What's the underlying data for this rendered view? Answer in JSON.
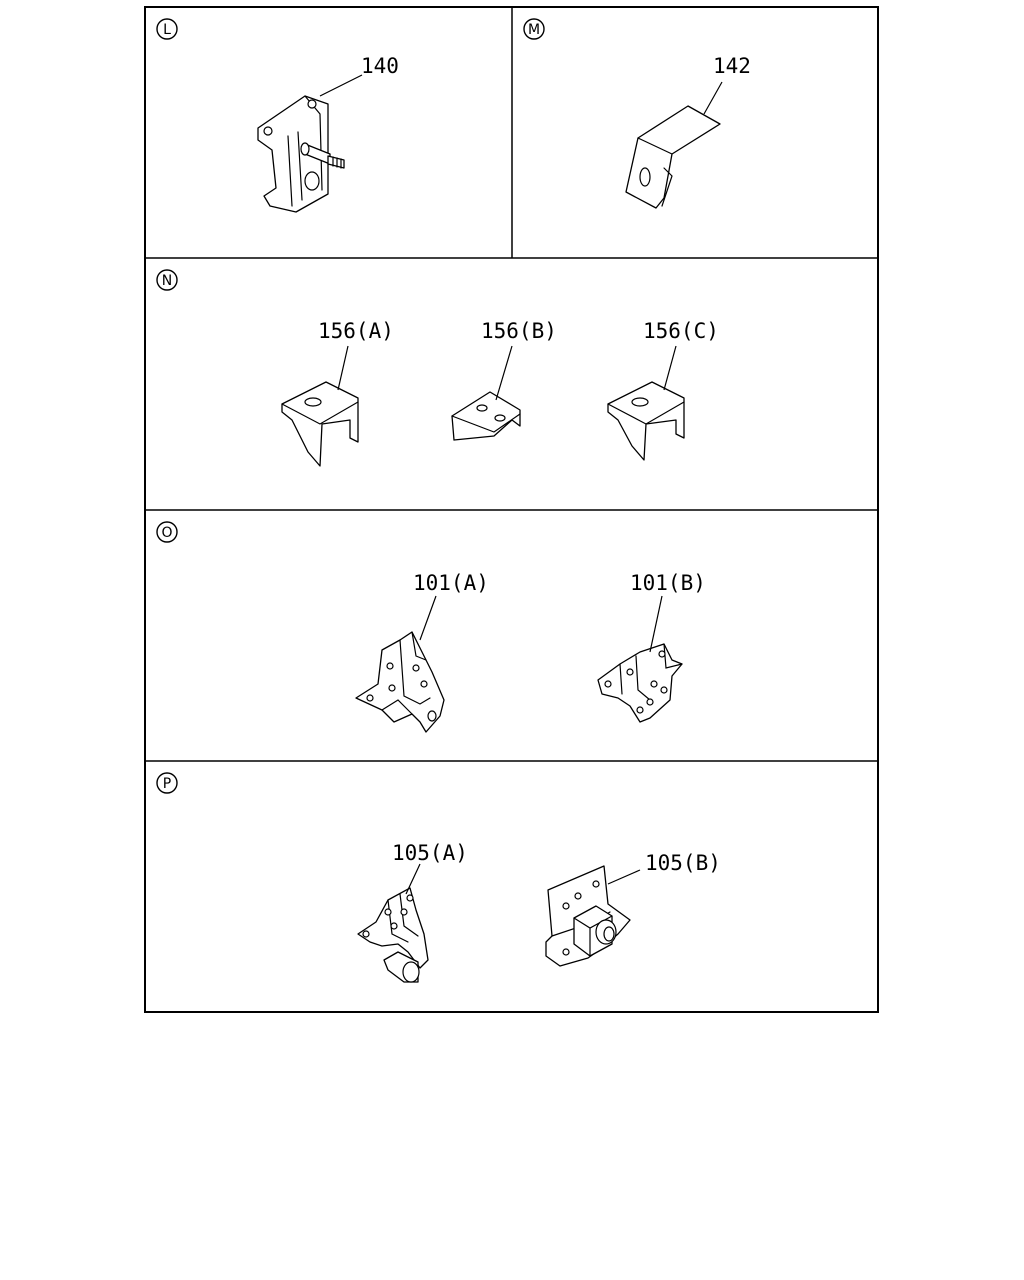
{
  "sections": [
    {
      "letter": "L",
      "parts": [
        "140"
      ]
    },
    {
      "letter": "M",
      "parts": [
        "142"
      ]
    },
    {
      "letter": "N",
      "parts": [
        "156(A)",
        "156(B)",
        "156(C)"
      ]
    },
    {
      "letter": "O",
      "parts": [
        "101(A)",
        "101(B)"
      ]
    },
    {
      "letter": "P",
      "parts": [
        "105(A)",
        "105(B)"
      ]
    }
  ]
}
